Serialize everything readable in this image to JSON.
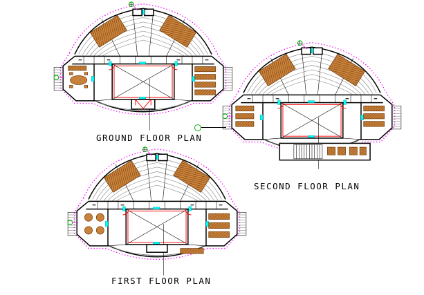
{
  "plans": [
    {
      "name": "ground-floor",
      "label": "GROUND FLOOR PLAN"
    },
    {
      "name": "second-floor",
      "label": "SECOND FLOOR PLAN"
    },
    {
      "name": "first-floor",
      "label": "FIRST FLOOR PLAN"
    }
  ],
  "colors": {
    "paper": "#ffffff",
    "wall": "#000000",
    "boundary": "#ff00ff",
    "furniture-fill": "#c8823c",
    "furniture-line": "#6b3300",
    "stage": "#ff0000",
    "marker": "#00ffff",
    "datum": "#00b000",
    "steps": "#7d7d7d"
  }
}
